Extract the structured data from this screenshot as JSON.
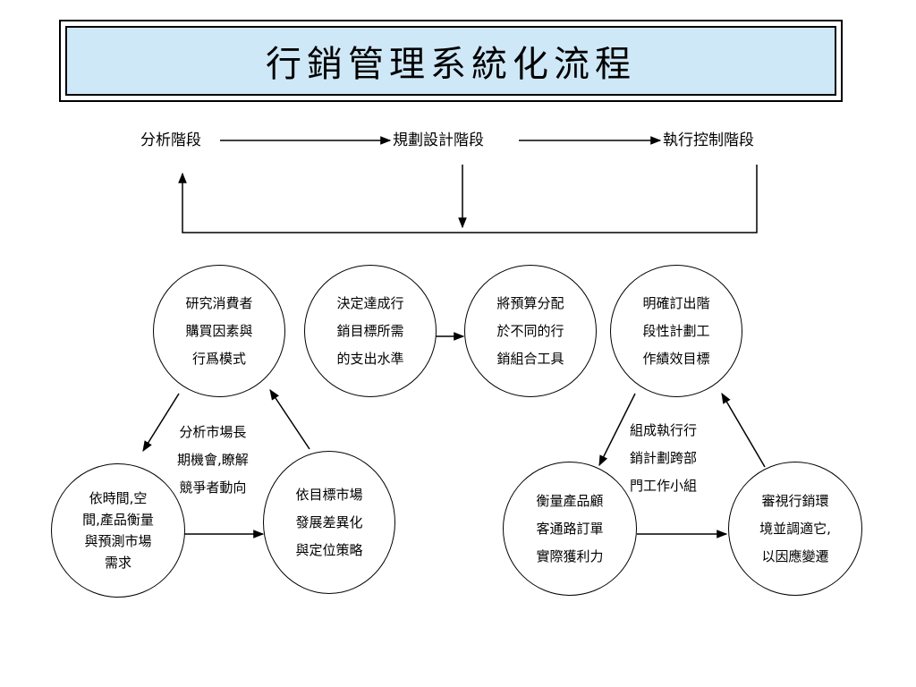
{
  "title": "行銷管理系統化流程",
  "stages": {
    "analysis": "分析階段",
    "planning": "規劃設計階段",
    "execution": "執行控制階段"
  },
  "circles": {
    "research": [
      "研究消費者",
      "購買因素與",
      "行爲模式"
    ],
    "budget_decide": [
      "決定達成行",
      "銷目標所需",
      "的支出水準"
    ],
    "budget_allocate": [
      "將預算分配",
      "於不同的行",
      "銷組合工具"
    ],
    "plan": [
      "明確訂出階",
      "段性計劃工",
      "作績效目標"
    ],
    "demand": [
      "依時間,空",
      "間,產品衡量",
      "與預測市場",
      "需求"
    ],
    "positioning": [
      "依目標市場",
      "發展差異化",
      "與定位策略"
    ],
    "measure": [
      "衡量產品顧",
      "客通路訂單",
      "實際獲利力"
    ],
    "review": [
      "審視行銷環",
      "境並調適它,",
      "以因應變遷"
    ]
  },
  "labels": {
    "analysis_triangle": [
      "分析市場長",
      "期機會,瞭解",
      "競爭者動向"
    ],
    "execution_triangle": [
      "組成執行行",
      "銷計劃跨部",
      "門工作小組"
    ]
  }
}
